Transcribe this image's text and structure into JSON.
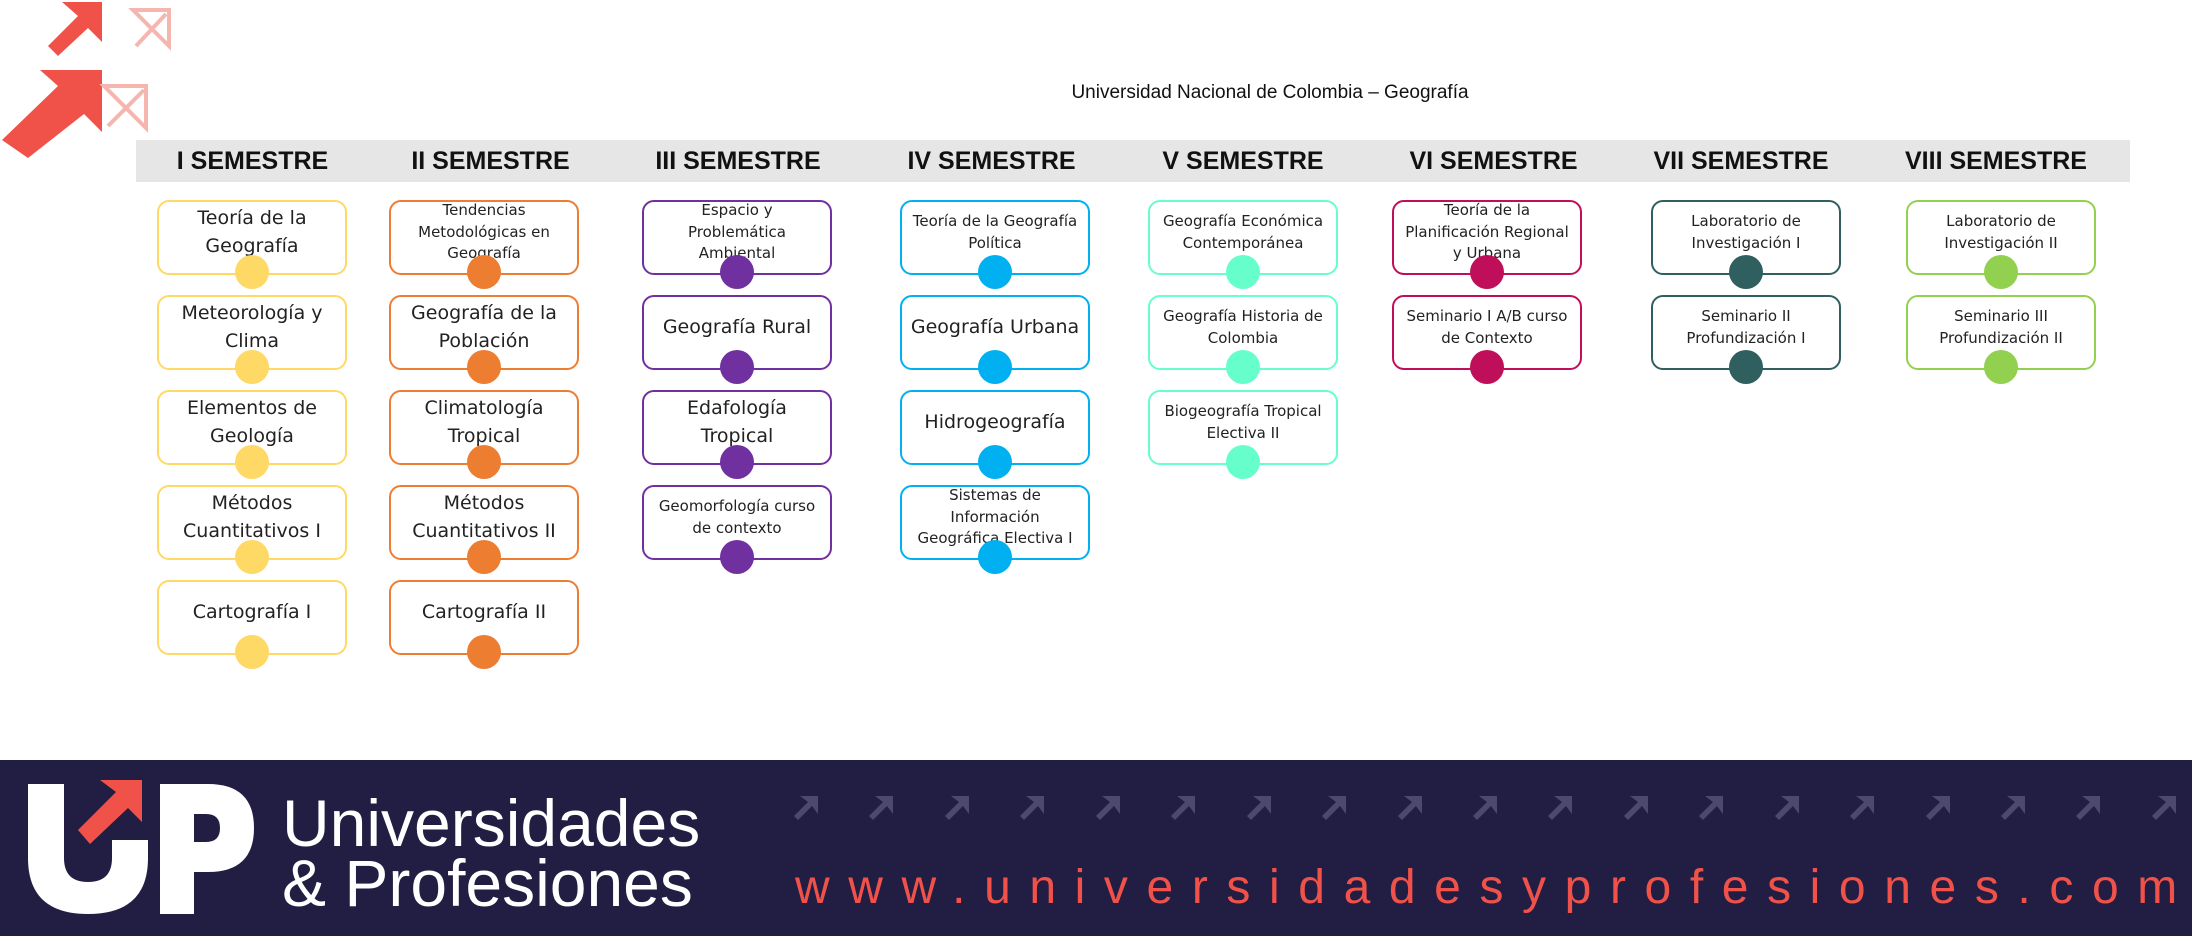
{
  "document_title": "Universidad Nacional de Colombia – Geografía",
  "semesters": [
    {
      "name": "I SEMESTRE",
      "color": "#ffd966",
      "courses": [
        "Teoría de la Geografía",
        "Meteorología y Clima",
        "Elementos de Geología",
        "Métodos Cuantitativos I",
        "Cartografía I"
      ]
    },
    {
      "name": "II SEMESTRE",
      "color": "#ed7d31",
      "courses": [
        "Tendencias Metodológicas en Geografía",
        "Geografía de la Población",
        "Climatología Tropical",
        "Métodos Cuantitativos II",
        "Cartografía II"
      ]
    },
    {
      "name": "III SEMESTRE",
      "color": "#7030a0",
      "courses": [
        "Espacio y Problemática Ambiental",
        "Geografía Rural",
        "Edafología Tropical",
        "Geomorfología curso de contexto"
      ]
    },
    {
      "name": "IV SEMESTRE",
      "color": "#00b0f0",
      "courses": [
        "Teoría de la Geografía Política",
        "Geografía Urbana",
        "Hidrogeografía",
        "Sistemas de Información Geográfica Electiva I"
      ]
    },
    {
      "name": "V SEMESTRE",
      "color": "#66ffcc",
      "courses": [
        "Geografía Económica Contemporánea",
        "Geografía Historia de Colombia",
        "Biogeografía Tropical Electiva II"
      ]
    },
    {
      "name": "VI SEMESTRE",
      "color": "#c00f5a",
      "courses": [
        "Teoría de la Planificación Regional y Urbana",
        "Seminario I A/B curso de Contexto"
      ]
    },
    {
      "name": "VII SEMESTRE",
      "color": "#2f5f5f",
      "courses": [
        "Laboratorio de Investigación I",
        "Seminario II Profundización I"
      ]
    },
    {
      "name": "VIII SEMESTRE",
      "color": "#92d050",
      "courses": [
        "Laboratorio de Investigación II",
        "Seminario III Profundización II"
      ]
    }
  ],
  "footer": {
    "brand_line1": "Universidades",
    "brand_line2": "& Profesiones",
    "url": "www.universidadesyprofesiones.com",
    "background_color": "#221d42",
    "accent_color": "#f0524a"
  }
}
